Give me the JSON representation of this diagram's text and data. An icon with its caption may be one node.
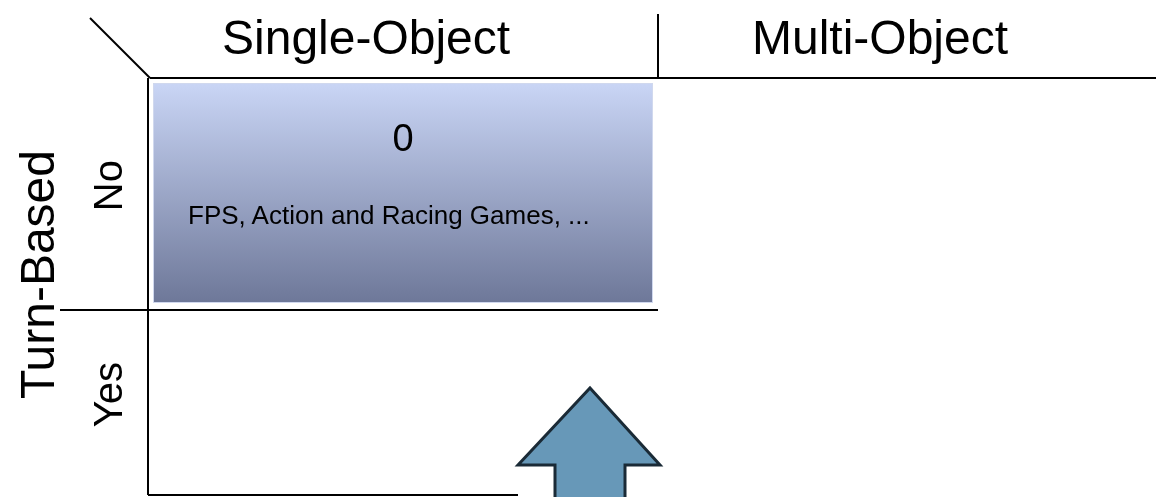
{
  "diagram": {
    "nodes": [
      {
        "text": [
          "0",
          "FPS, Action and Racing Games, ..."
        ]
      }
    ],
    "labels": [
      "Single-Object",
      "Multi-Object",
      "Turn-Based",
      "No",
      "Yes"
    ]
  }
}
